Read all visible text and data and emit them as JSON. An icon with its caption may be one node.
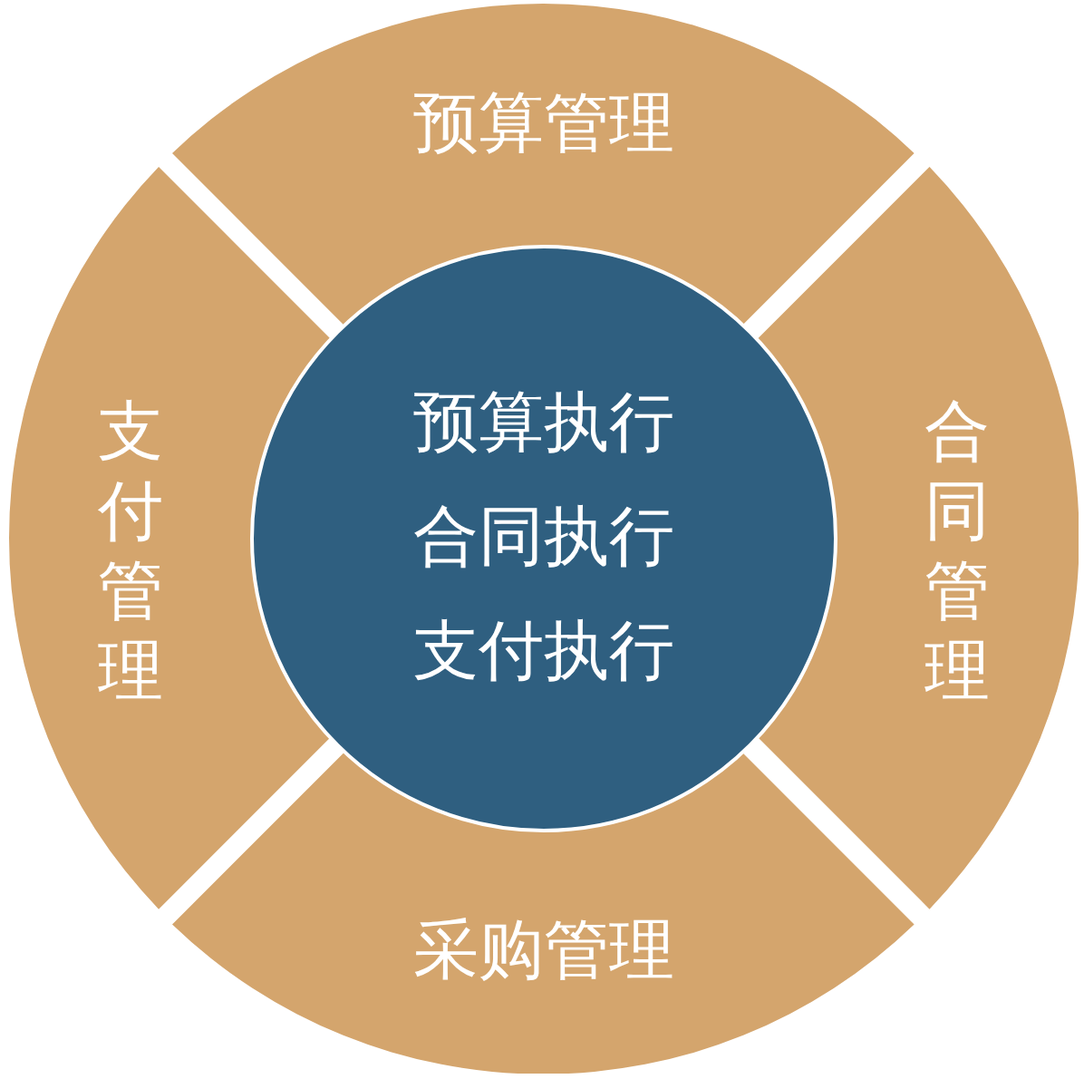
{
  "diagram": {
    "nodes": [
      {
        "text": [
          "预算管理"
        ]
      },
      {
        "text": [
          "支付管理"
        ]
      },
      {
        "text": [
          "预算执行",
          "合同执行",
          "支付执行"
        ]
      },
      {
        "text": [
          "合同管理"
        ]
      },
      {
        "text": [
          "采购管理"
        ]
      }
    ]
  }
}
